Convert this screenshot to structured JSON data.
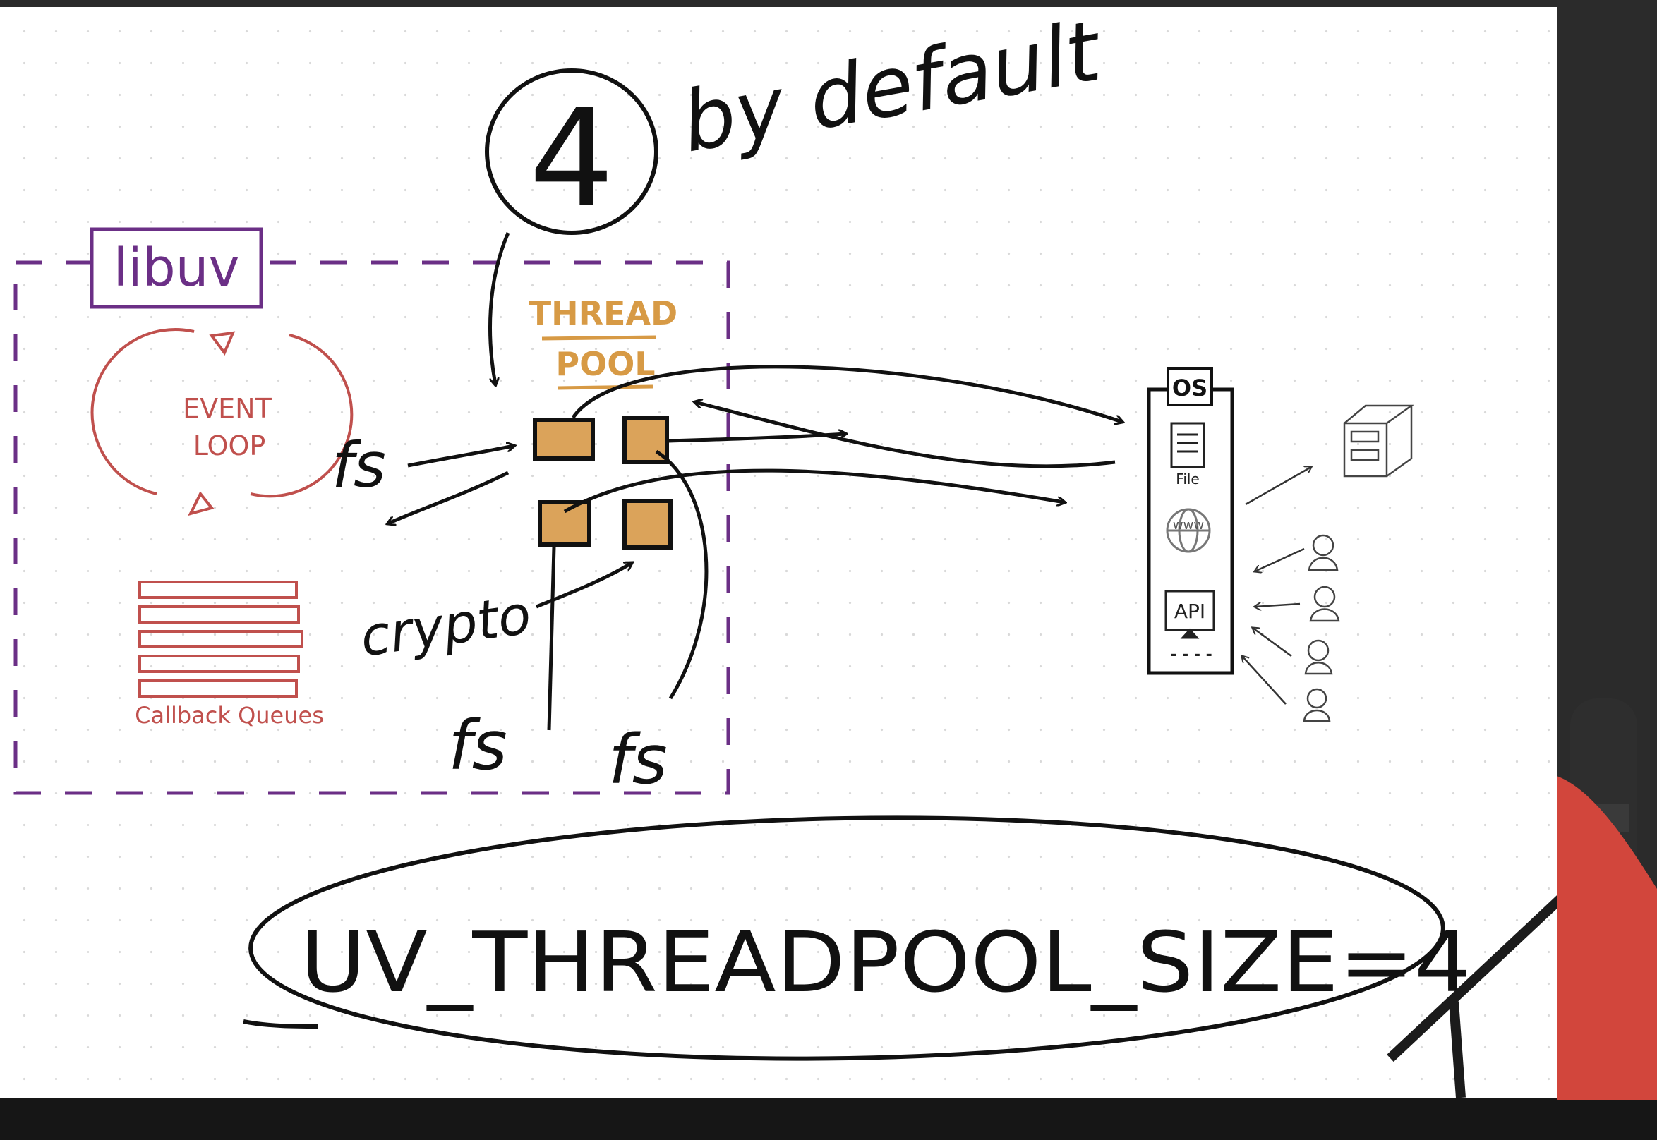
{
  "sketch": {
    "default_count": "4",
    "by_default": "by default",
    "libuv_label": "libuv",
    "event_loop": {
      "line1": "EVENT",
      "line2": "LOOP"
    },
    "callback_queues": "Callback Queues",
    "thread_pool": {
      "line1": "THREAD",
      "line2": "POOL"
    },
    "os_label": "OS",
    "file_label": "File",
    "www_label": "www",
    "api_label": "API",
    "dots_label": "- - - -",
    "fs_label": "fs",
    "crypto_label": "crypto",
    "env_var": "UV_THREADPOOL_SIZE=4"
  },
  "colors": {
    "ink": "#111111",
    "libuv_purple": "#6b2f86",
    "event_loop_red": "#c0504d",
    "thread_orange": "#d79a45",
    "thread_fill": "#dba35a"
  }
}
